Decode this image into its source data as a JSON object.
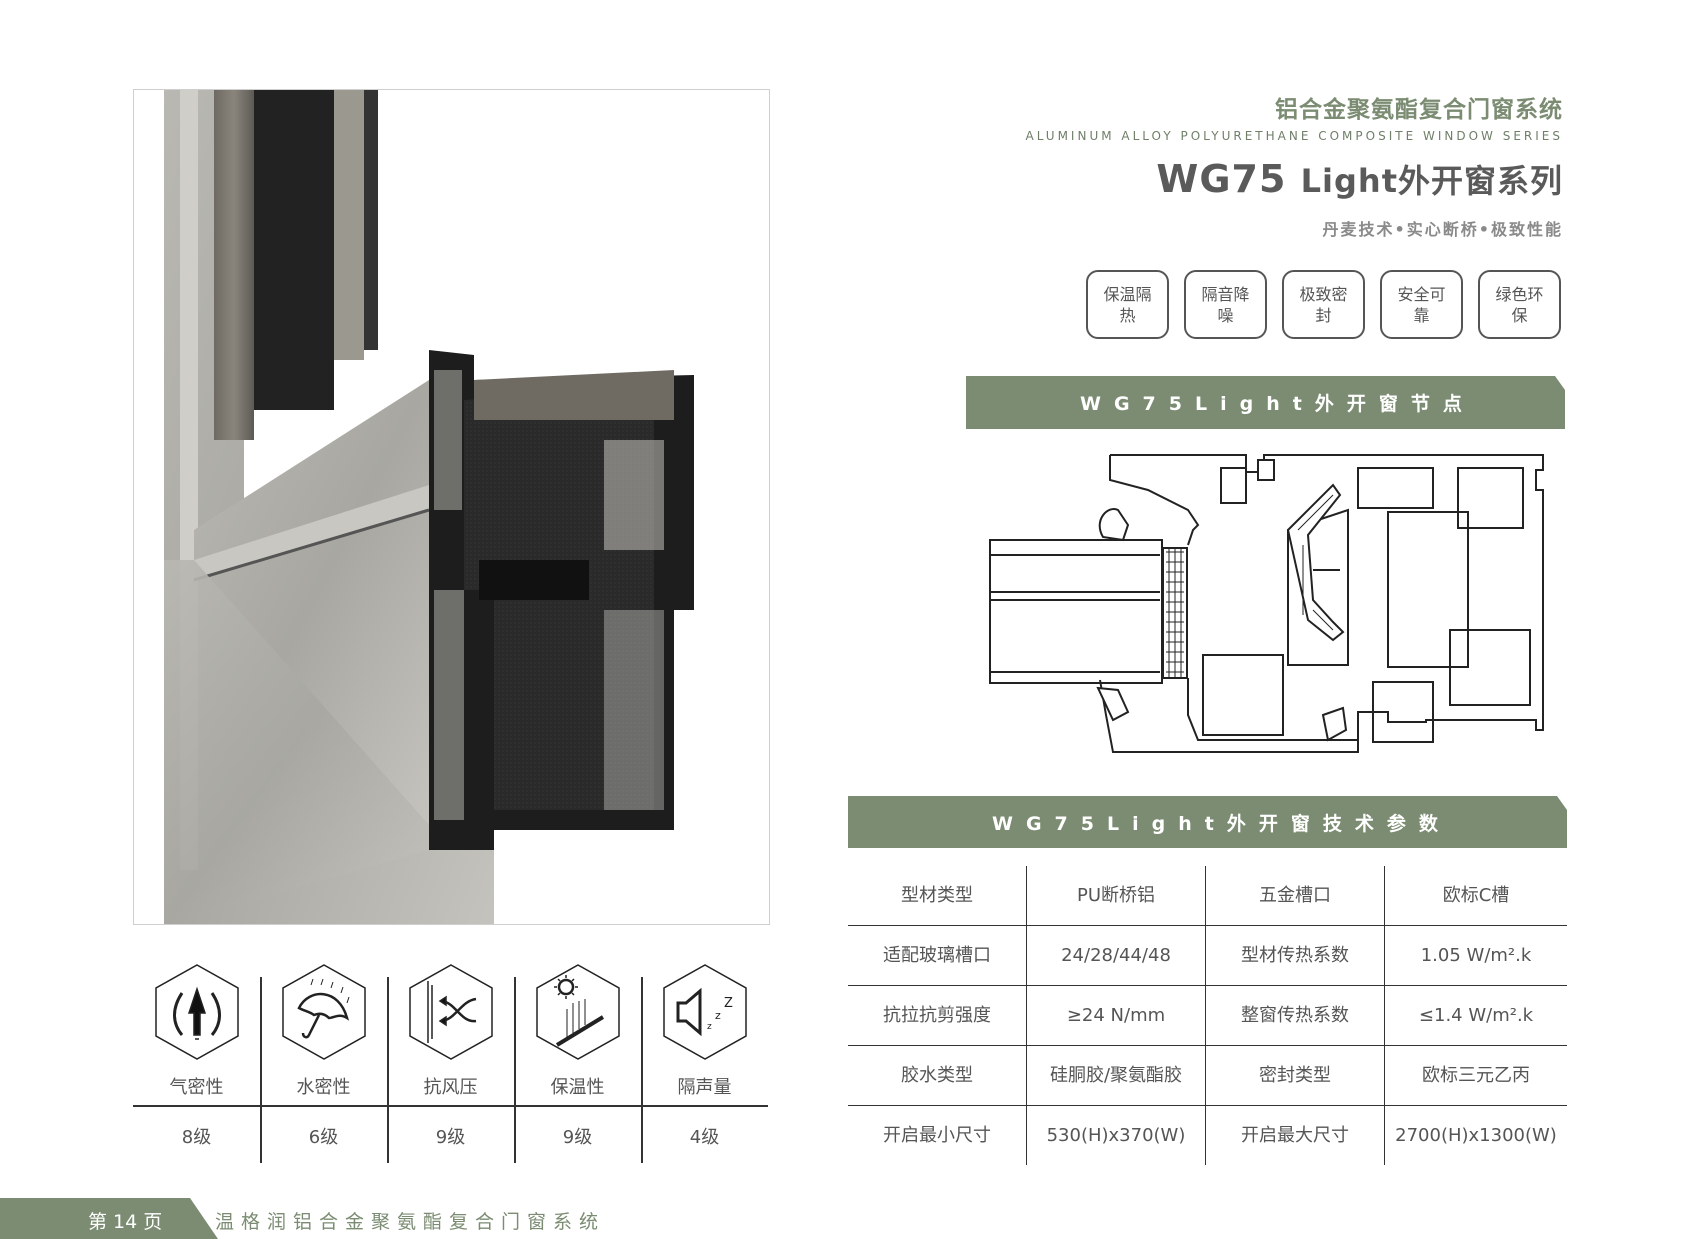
{
  "header": {
    "title_cn": "铝合金聚氨酯复合门窗系统",
    "title_en": "ALUMINUM ALLOY POLYURETHANE COMPOSITE WINDOW SERIES",
    "series_model": "WG75 ",
    "series_name": "Light外开窗系列",
    "tagline": "丹麦技术•实心断桥•极致性能"
  },
  "features": [
    "保温隔热",
    "隔音降噪",
    "极致密封",
    "安全可靠",
    "绿色环保"
  ],
  "node_banner": "WG75Light外开窗节点",
  "spec_banner": "WG75Light外开窗技术参数",
  "spec_table": [
    [
      "型材类型",
      "PU断桥铝",
      "五金槽口",
      "欧标C槽"
    ],
    [
      "适配玻璃槽口",
      "24/28/44/48",
      "型材传热系数",
      "1.05 W/m².k"
    ],
    [
      "抗拉抗剪强度",
      "≥24 N/mm",
      "整窗传热系数",
      "≤1.4 W/m².k"
    ],
    [
      "胶水类型",
      "硅胴胶/聚氨酯胶",
      "密封类型",
      "欧标三元乙丙"
    ],
    [
      "开启最小尺寸",
      "530(H)x370(W)",
      "开启最大尺寸",
      "2700(H)x1300(W)"
    ]
  ],
  "performance": [
    {
      "icon": "airtight-arrow-icon",
      "label": "气密性",
      "value": "8级"
    },
    {
      "icon": "umbrella-rain-icon",
      "label": "水密性",
      "value": "6级"
    },
    {
      "icon": "wind-pressure-icon",
      "label": "抗风压",
      "value": "9级"
    },
    {
      "icon": "sun-insulation-icon",
      "label": "保温性",
      "value": "9级"
    },
    {
      "icon": "speaker-mute-icon",
      "label": "隔声量",
      "value": "4级"
    }
  ],
  "footer": {
    "page": "第 14 页",
    "text": "温格润铝合金聚氨酯复合门窗系统"
  },
  "colors": {
    "accent": "#7b8c72",
    "text": "#555555"
  }
}
